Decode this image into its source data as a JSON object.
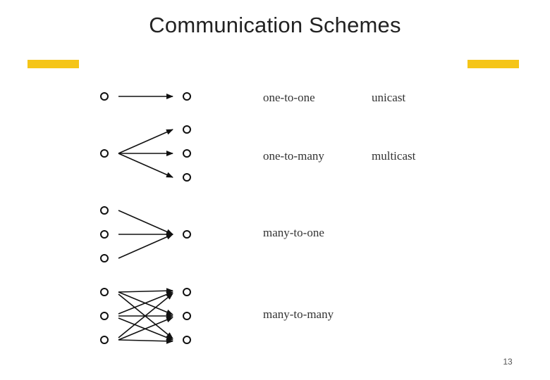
{
  "slide": {
    "title": "Communication Schemes",
    "page_number": "13",
    "accent_color": "#f5c518"
  },
  "schemes": [
    {
      "id": "one-to-one",
      "pattern": "one-to-one",
      "name": "unicast",
      "sources": 1,
      "targets": 1
    },
    {
      "id": "one-to-many",
      "pattern": "one-to-many",
      "name": "multicast",
      "sources": 1,
      "targets": 3
    },
    {
      "id": "many-to-one",
      "pattern": "many-to-one",
      "name": "",
      "sources": 3,
      "targets": 1
    },
    {
      "id": "many-to-many",
      "pattern": "many-to-many",
      "name": "",
      "sources": 3,
      "targets": 3
    }
  ]
}
